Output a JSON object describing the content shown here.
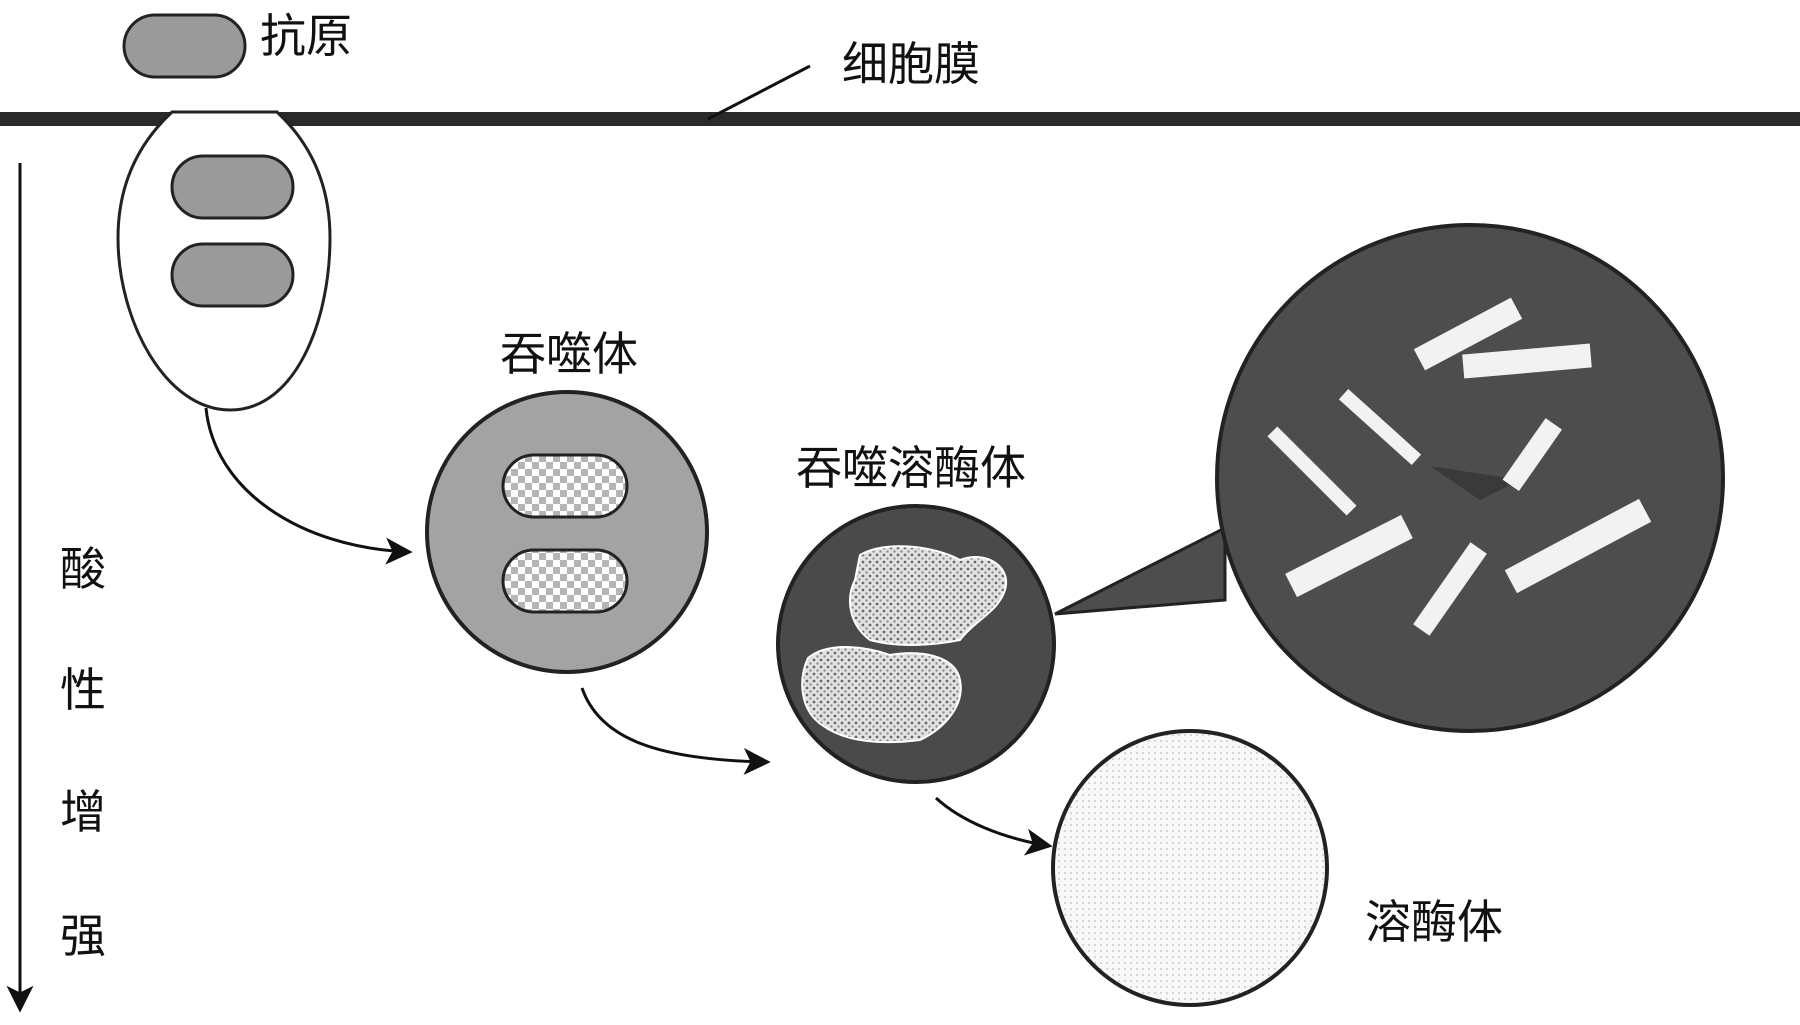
{
  "labels": {
    "antigen": "抗原",
    "cell_membrane": "细胞膜",
    "phagosome": "吞噬体",
    "phagolysosome": "吞噬溶酶体",
    "lysosome": "溶酶体"
  },
  "acidity_axis": [
    "酸",
    "性",
    "增",
    "强"
  ],
  "colors": {
    "membrane": "#2a2a2a",
    "antigen_fill": "#9a9a9a",
    "phagosome_fill": "#a3a3a3",
    "phagolysosome_fill": "#4a4a4a",
    "zoom_fill": "#4d4d4d",
    "fragment_fill": "#f2f2f2",
    "lysosome_fill": "#f7f7f7",
    "debris_fill": "#d8d8d8",
    "checker_dark": "#b5b5b5",
    "checker_light": "#ffffff"
  }
}
